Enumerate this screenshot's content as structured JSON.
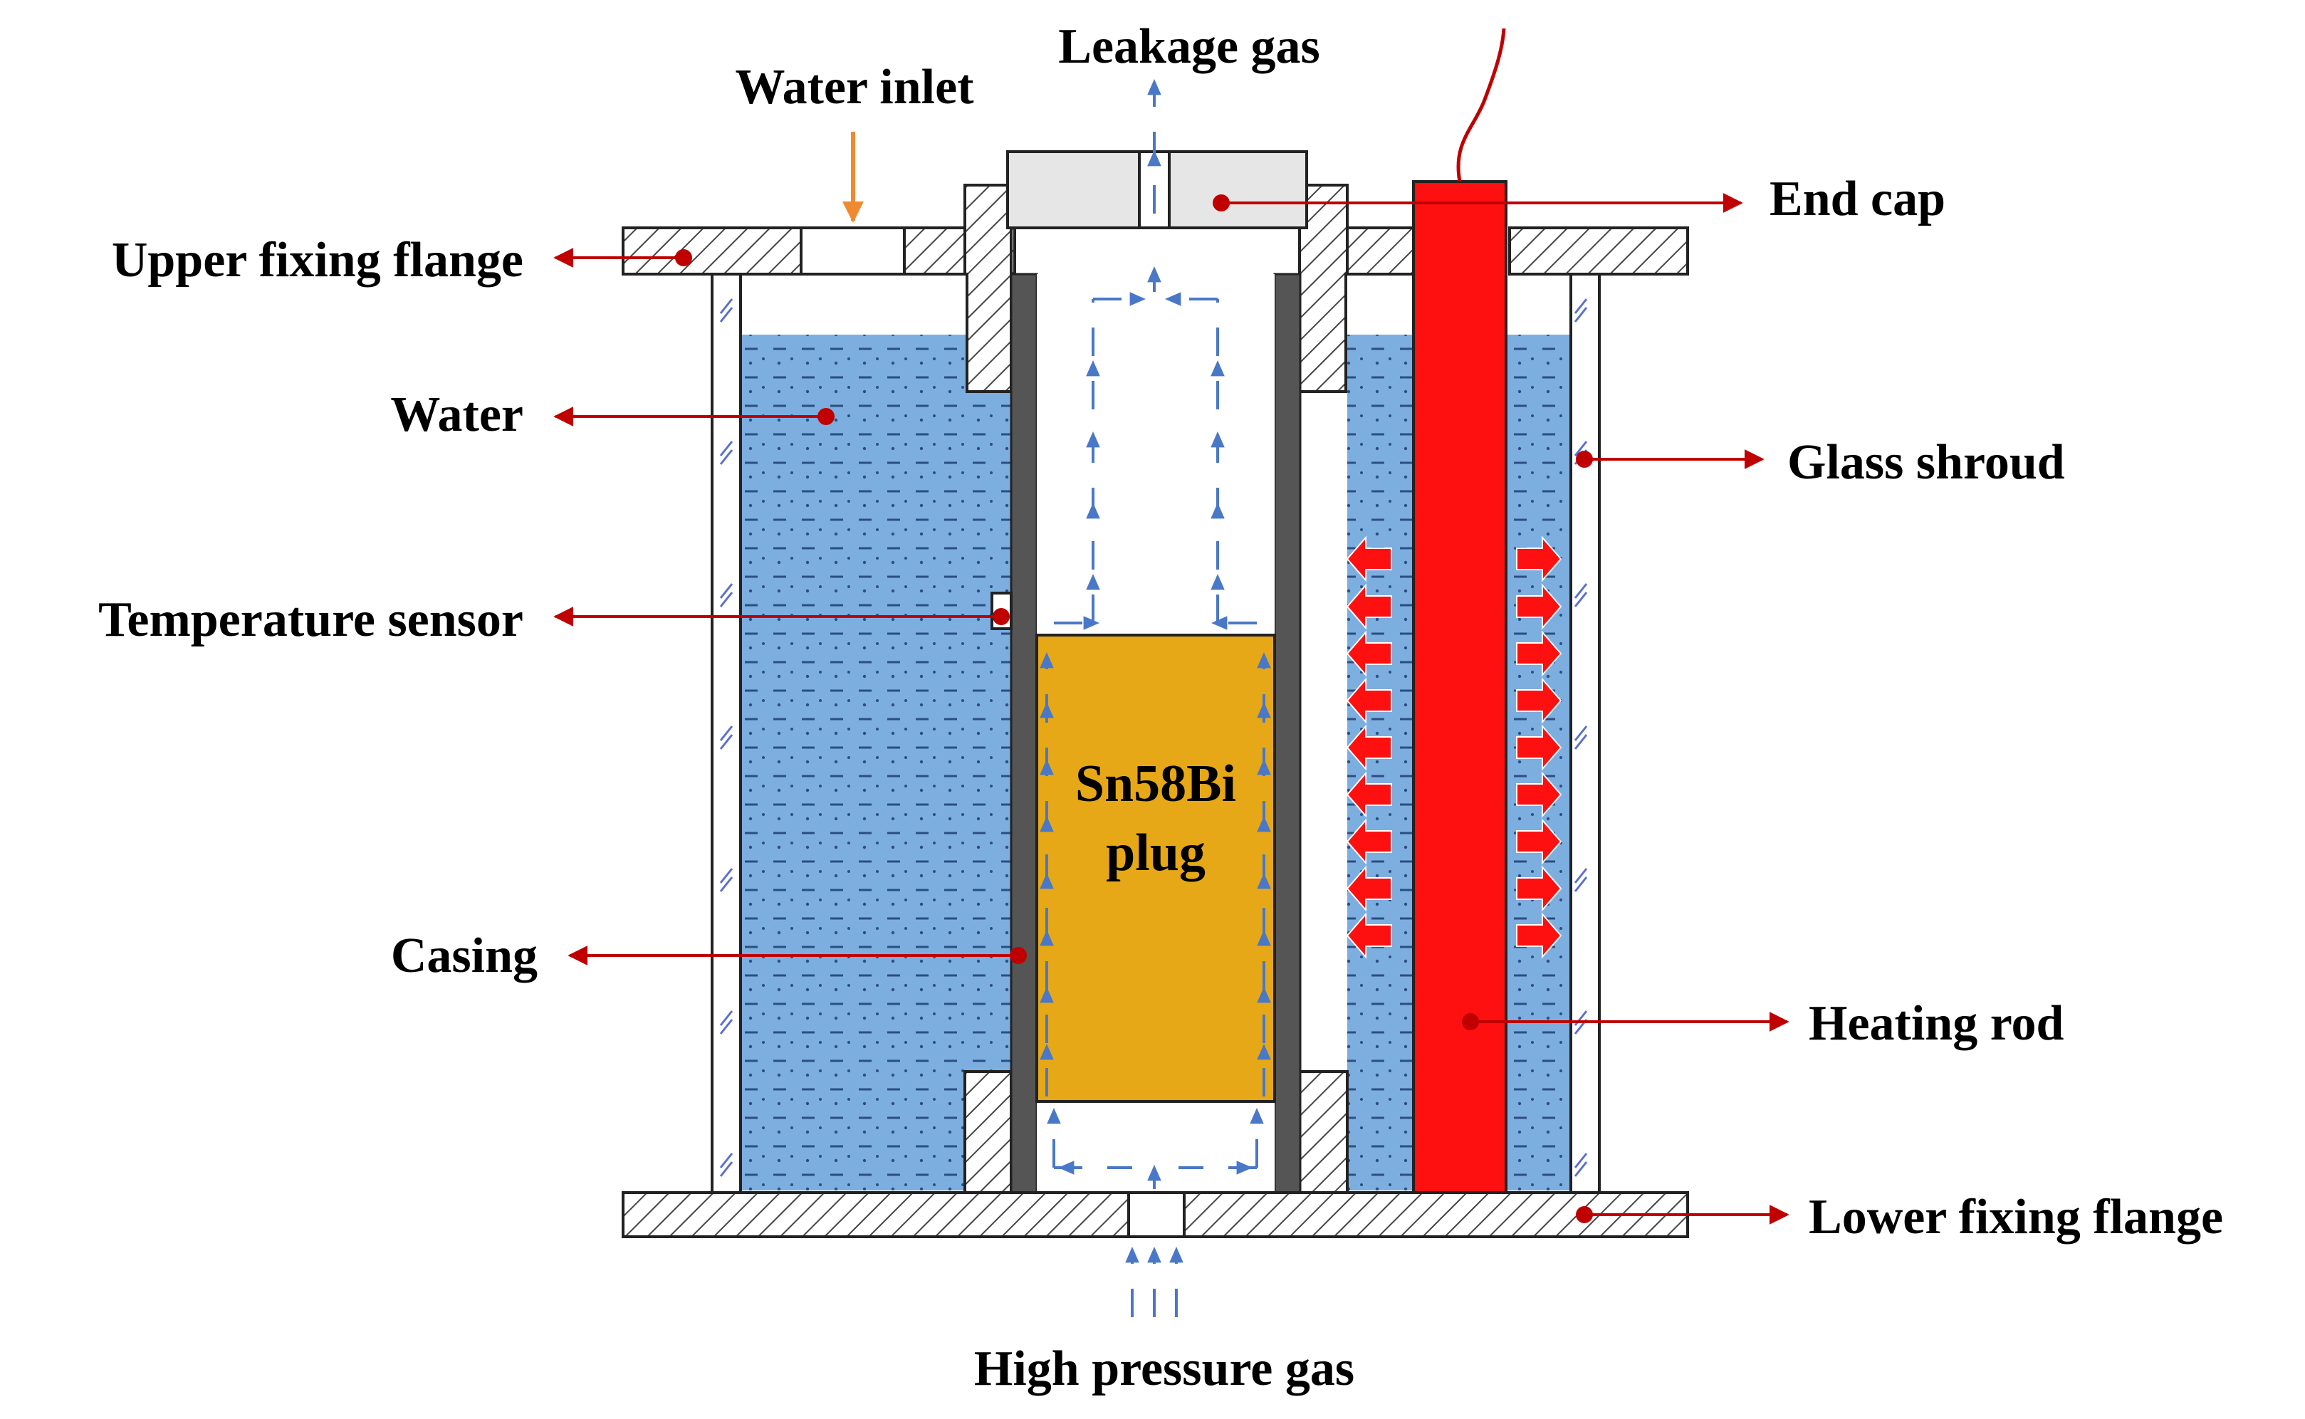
{
  "labels": {
    "leakage_gas": "Leakage gas",
    "water_inlet": "Water inlet",
    "upper_fixing_flange": "Upper fixing flange",
    "end_cap": "End cap",
    "water": "Water",
    "glass_shroud": "Glass shroud",
    "temperature_sensor": "Temperature sensor",
    "plug_line1": "Sn58Bi",
    "plug_line2": "plug",
    "casing": "Casing",
    "heating_rod": "Heating rod",
    "lower_fixing_flange": "Lower fixing flange",
    "high_pressure_gas": "High pressure gas"
  },
  "colors": {
    "water": "#7DAEE0",
    "plug": "#E6A817",
    "heating_rod": "#FF1010",
    "casing": "#555555",
    "gas_arrow": "#4A78C8",
    "leader": "#C00000",
    "inlet_arrow": "#F08A30",
    "end_cap": "#E6E6E6"
  },
  "icons": {
    "gas_flow": "arrow-up-icon",
    "heat_flow": "heat-arrow-icon",
    "leader_dot": "dot-icon"
  }
}
